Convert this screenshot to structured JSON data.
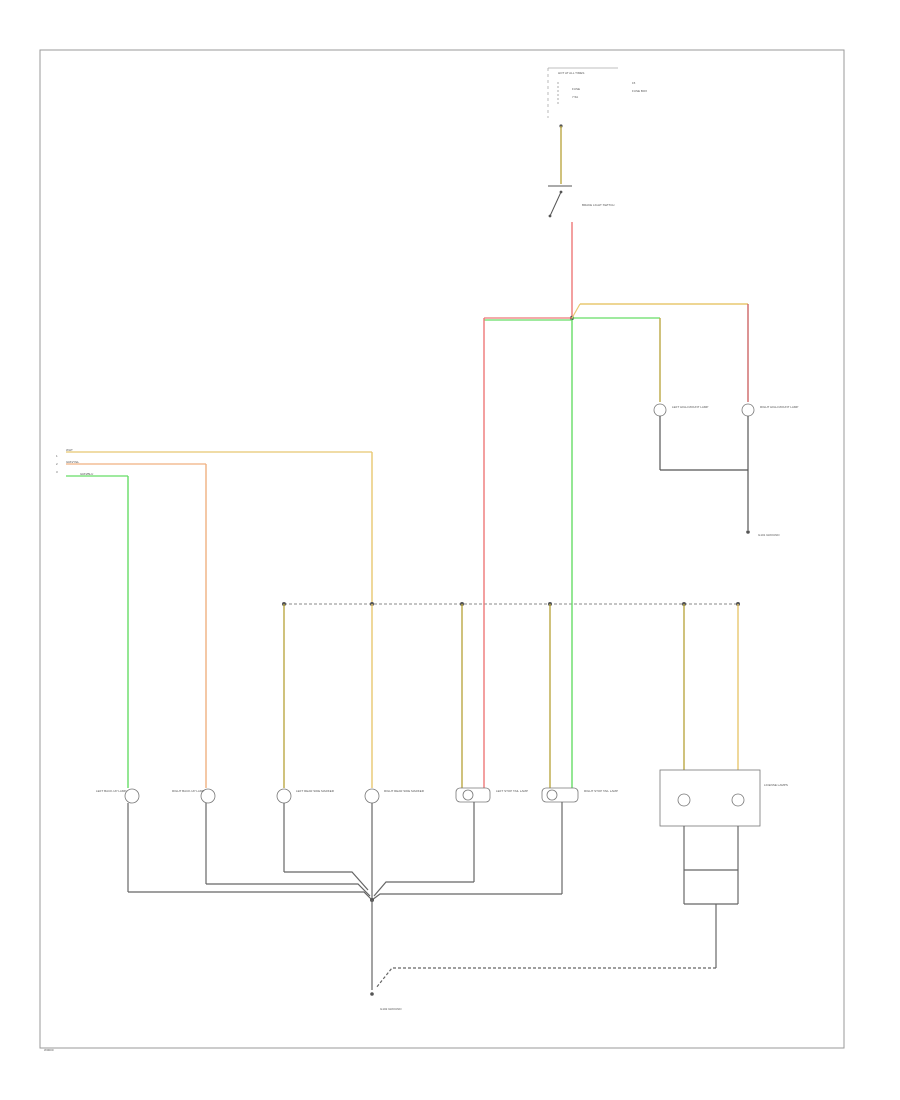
{
  "footer": {
    "code": "W0000"
  },
  "colors": {
    "frame": "#9a9a9a",
    "wire_black": "#555555",
    "wire_green": "#66dd66",
    "wire_red": "#ee7777",
    "wire_orange": "#f0b080",
    "wire_yellow": "#e8c870",
    "wire_olive": "#bba844",
    "wire_dark": "#777777"
  },
  "power_source": {
    "title": "HOT AT ALL TIMES",
    "fuse_label": "FUSE",
    "fuse_value": "7.5A",
    "box_label": "FUSE BOX",
    "fuse_no": "15"
  },
  "switch": {
    "label": "BRAKE LIGHT SWITCH"
  },
  "ground_right": {
    "label": "G101 GROUND"
  },
  "ground_bottom": {
    "label": "G102 GROUND"
  },
  "connector_left": {
    "pin1": "1",
    "pin2": "2",
    "pin3": "3",
    "wire1": "WHT",
    "wire2": "GRN/YEL",
    "wire3": "GRN/BLU"
  },
  "lamps": {
    "left_backup": "LEFT BACK-UP LAMP",
    "right_backup": "RIGHT BACK-UP LAMP",
    "left_rear_side": "LEFT REAR SIDE MARKER",
    "right_rear_side": "RIGHT REAR SIDE MARKER",
    "left_stop_tail": "LEFT STOP TAIL LAMP",
    "right_stop_tail": "RIGHT STOP TAIL LAMP",
    "license": "LICENSE LAMPS",
    "left_high_mount": "LEFT HIGH MOUNT LAMP",
    "right_high_mount": "RIGHT HIGH MOUNT LAMP"
  }
}
